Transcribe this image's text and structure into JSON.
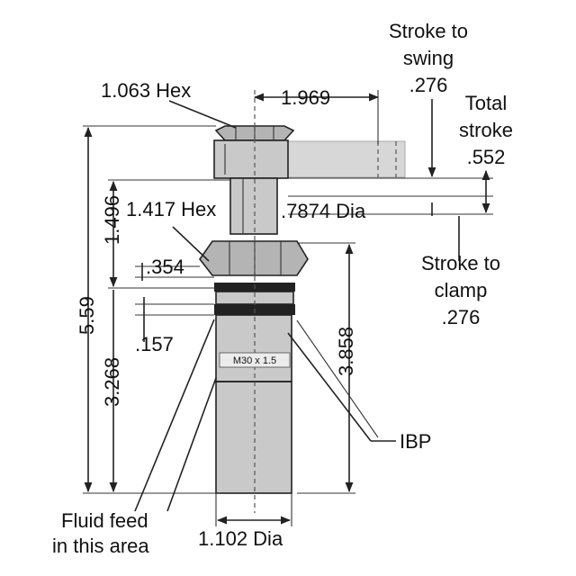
{
  "labels": {
    "stroke_to_swing_line1": "Stroke to",
    "stroke_to_swing_line2": "swing",
    "stroke_to_swing_value": ".276",
    "total_stroke_line1": "Total",
    "total_stroke_line2": "stroke",
    "total_stroke_value": ".552",
    "hex_top": "1.063 Hex",
    "arm_length": "1.969",
    "hex_mid": "1.417 Hex",
    "rod_dia": ".7874 Dia",
    "height_1496": "1.496",
    "dim_354": ".354",
    "stroke_to_clamp_line1": "Stroke to",
    "stroke_to_clamp_line2": "clamp",
    "stroke_to_clamp_value": ".276",
    "overall_height": "5.59",
    "dim_157": ".157",
    "thread": "M30 x 1.5",
    "height_3858": "3.858",
    "height_3268": "3.268",
    "ibp": "IBP",
    "fluid_feed_line1": "Fluid feed",
    "fluid_feed_line2": "in this area",
    "body_dia": "1.102 Dia"
  }
}
